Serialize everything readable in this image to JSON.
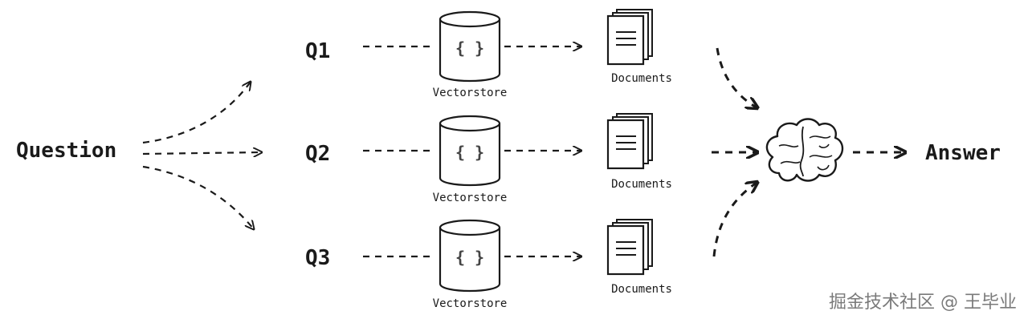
{
  "diagram": {
    "question": "Question",
    "answer": "Answer",
    "queries": [
      {
        "label": "Q1",
        "store_label": "Vectorstore",
        "store_icon": "{ }",
        "docs_label": "Documents"
      },
      {
        "label": "Q2",
        "store_label": "Vectorstore",
        "store_icon": "{ }",
        "docs_label": "Documents"
      },
      {
        "label": "Q3",
        "store_label": "Vectorstore",
        "store_icon": "{ }",
        "docs_label": "Documents"
      }
    ],
    "llm_icon": "brain-icon"
  },
  "watermark": "掘金技术社区 @ 王毕业",
  "colors": {
    "ink": "#1a1a1a",
    "watermark": "#7a7a7a"
  }
}
